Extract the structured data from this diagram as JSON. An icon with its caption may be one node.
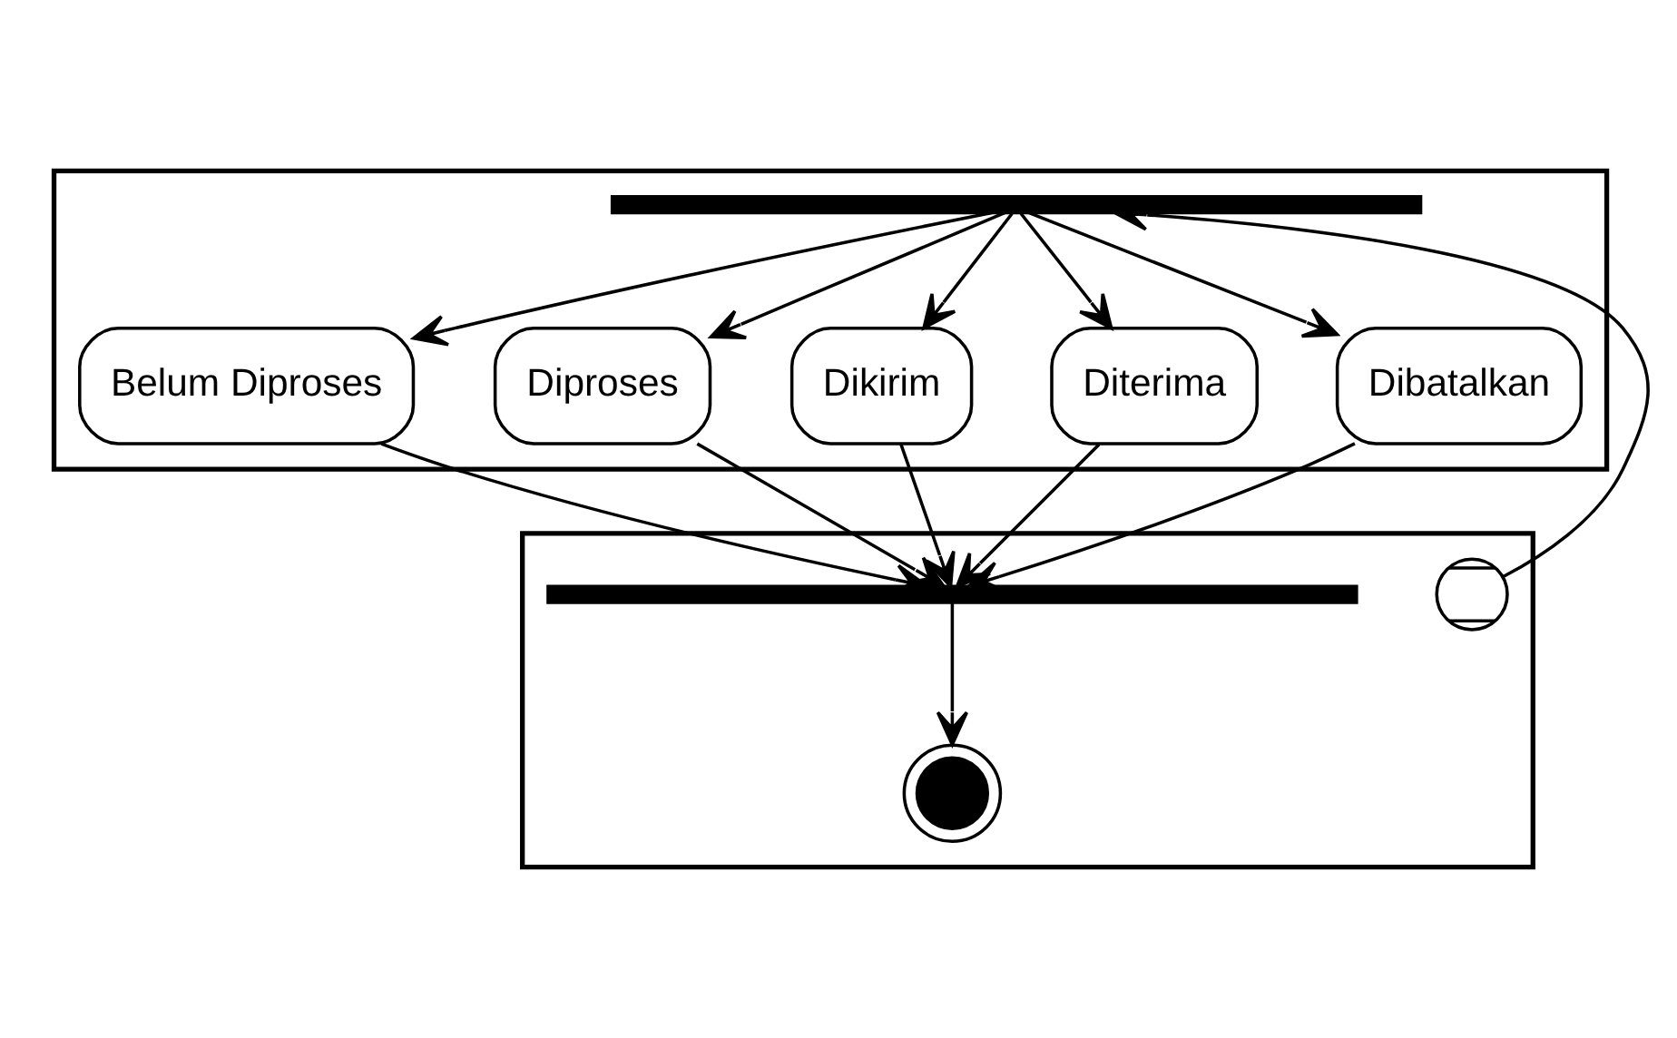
{
  "diagram": {
    "nodes": [
      {
        "text": [],
        "shape": "box"
      },
      {
        "text": [],
        "shape": "box"
      },
      {
        "text": [],
        "shape": "circle",
        "in": 1
      },
      {
        "text": [],
        "shape": "bar",
        "in": 0
      },
      {
        "text": [
          "Belum Diproses"
        ],
        "in": 0
      },
      {
        "text": [
          "Diproses"
        ],
        "in": 0
      },
      {
        "text": [
          "Dikirim"
        ],
        "in": 0
      },
      {
        "text": [
          "Diterima"
        ],
        "in": 0
      },
      {
        "text": [
          "Dibatalkan"
        ],
        "in": 0
      },
      {
        "text": [],
        "shape": "bar",
        "in": 1
      },
      {
        "text": [],
        "shape": "circle",
        "in": 1
      }
    ],
    "edges": [
      {
        "from": 2,
        "to": 3,
        "arrow": "to"
      },
      {
        "from": 3,
        "to": 4,
        "arrow": "to"
      },
      {
        "from": 3,
        "to": 5,
        "arrow": "to"
      },
      {
        "from": 3,
        "to": 6,
        "arrow": "to"
      },
      {
        "from": 3,
        "to": 7,
        "arrow": "to"
      },
      {
        "from": 3,
        "to": 8,
        "arrow": "to"
      },
      {
        "from": 4,
        "to": 9,
        "arrow": "to"
      },
      {
        "from": 5,
        "to": 9,
        "arrow": "to"
      },
      {
        "from": 6,
        "to": 9,
        "arrow": "to"
      },
      {
        "from": 7,
        "to": 9,
        "arrow": "to"
      },
      {
        "from": 8,
        "to": 9,
        "arrow": "to"
      },
      {
        "from": 9,
        "to": 10,
        "arrow": "to"
      }
    ]
  }
}
